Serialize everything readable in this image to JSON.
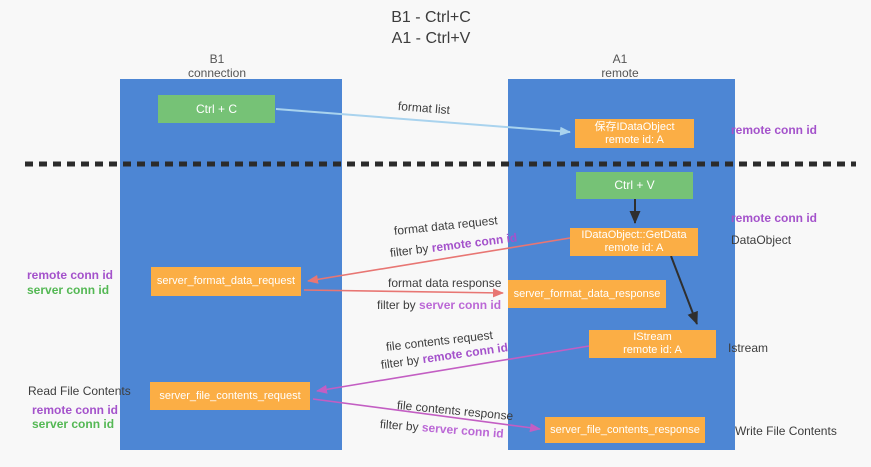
{
  "title": {
    "line1": "B1 - Ctrl+C",
    "line2": "A1 - Ctrl+V"
  },
  "lanes": {
    "left": {
      "header_line1": "B1",
      "header_line2": "connection"
    },
    "right": {
      "header_line1": "A1",
      "header_line2": "remote"
    }
  },
  "boxes": {
    "ctrl_c": {
      "label": "Ctrl + C"
    },
    "ctrl_v": {
      "label": "Ctrl + V"
    },
    "save_dataobject": {
      "line1": "保存IDataObject",
      "line2": "remote id: A"
    },
    "getdata": {
      "line1": "IDataObject::GetData",
      "line2": "remote id: A"
    },
    "istream": {
      "line1": "IStream",
      "line2": "remote id: A"
    },
    "format_request": {
      "label": "server_format_data_request"
    },
    "format_response": {
      "label": "server_format_data_response"
    },
    "file_request": {
      "label": "server_file_contents_request"
    },
    "file_response": {
      "label": "server_file_contents_response"
    }
  },
  "arrow_labels": {
    "format_list": "format list",
    "format_data_request": "format data request",
    "format_data_response": "format data response",
    "file_contents_request": "file contents request",
    "file_contents_response": "file contents response",
    "filter_prefix": "filter by ",
    "remote_conn_id": "remote conn id",
    "server_conn_id": "server conn id"
  },
  "side_labels": {
    "remote_conn_id": "remote conn id",
    "server_conn_id": "server conn id",
    "dataobject": "DataObject",
    "istream": "Istream",
    "read_file_contents": "Read File Contents",
    "write_file_contents": "Write File Contents"
  },
  "colors": {
    "lane_blue": "#4d86d4",
    "box_green": "#76c276",
    "box_orange": "#fbae45",
    "arrow_light_blue": "#a9d3ee",
    "arrow_salmon": "#e87673",
    "arrow_magenta": "#c35ec3",
    "arrow_black": "#2f2f2f",
    "text_purple": "#a452cb",
    "text_green": "#54b854",
    "background": "#f8f8f8"
  }
}
